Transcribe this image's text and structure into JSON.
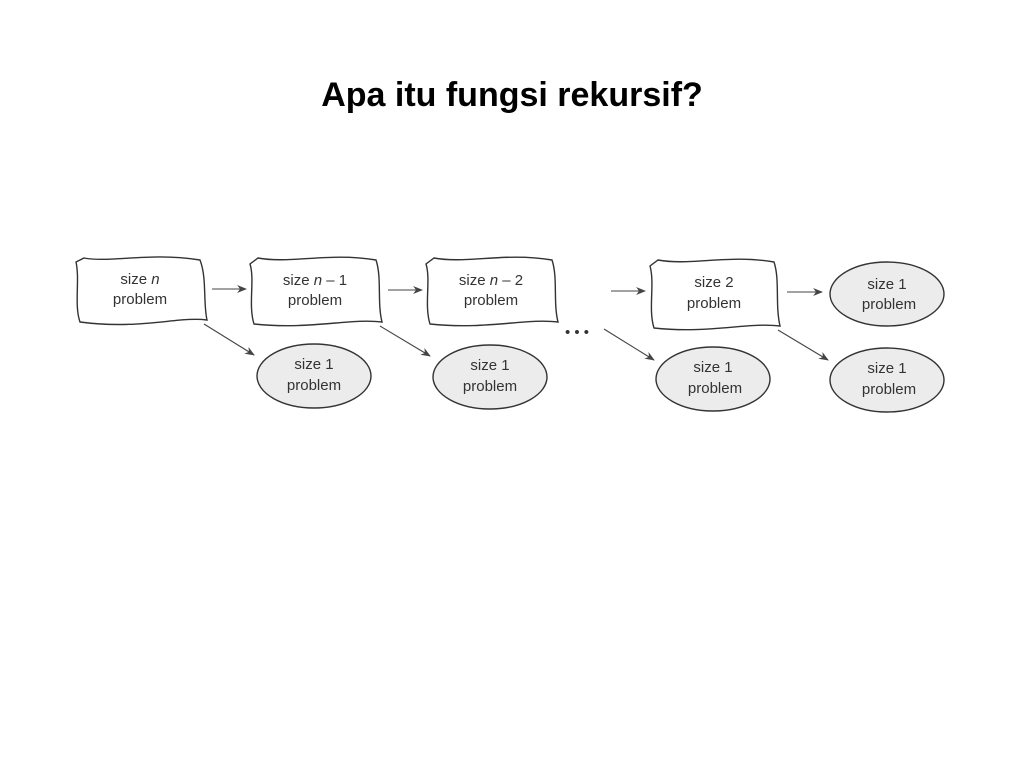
{
  "slide": {
    "title": "Apa itu fungsi rekursif?"
  },
  "diagram": {
    "top_row": [
      {
        "line1_prefix": "size ",
        "line1_italic": "n",
        "line1_suffix": "",
        "line2": "problem"
      },
      {
        "line1_prefix": "size ",
        "line1_italic": "n",
        "line1_suffix": " – 1",
        "line2": "problem"
      },
      {
        "line1_prefix": "size ",
        "line1_italic": "n",
        "line1_suffix": " – 2",
        "line2": "problem"
      },
      {
        "line1_prefix": "size 2",
        "line1_italic": "",
        "line1_suffix": "",
        "line2": "problem"
      },
      {
        "line1_prefix": "size 1",
        "line1_italic": "",
        "line1_suffix": "",
        "line2": "problem"
      }
    ],
    "bottom_row": [
      {
        "line1": "size 1",
        "line2": "problem"
      },
      {
        "line1": "size 1",
        "line2": "problem"
      },
      {
        "line1": "size 1",
        "line2": "problem"
      },
      {
        "line1": "size 1",
        "line2": "problem"
      }
    ],
    "ellipsis": "• • •",
    "colors": {
      "stroke": "#333333",
      "ellipse_fill": "#ececec",
      "text": "#333333"
    }
  }
}
